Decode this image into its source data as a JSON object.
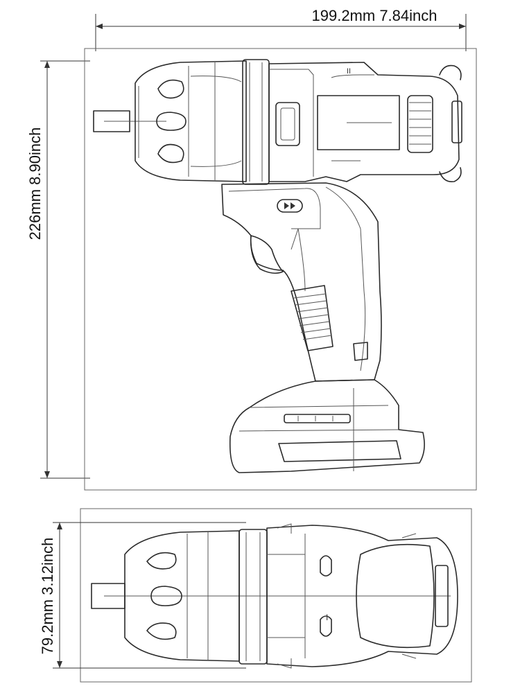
{
  "dimensions": {
    "length_label": "199.2mm  7.84inch",
    "height_label": "226mm 8.90inch",
    "width_label": "79.2mm 3.12inch"
  },
  "icons": {
    "direction_switch": "double-arrow-icon"
  }
}
